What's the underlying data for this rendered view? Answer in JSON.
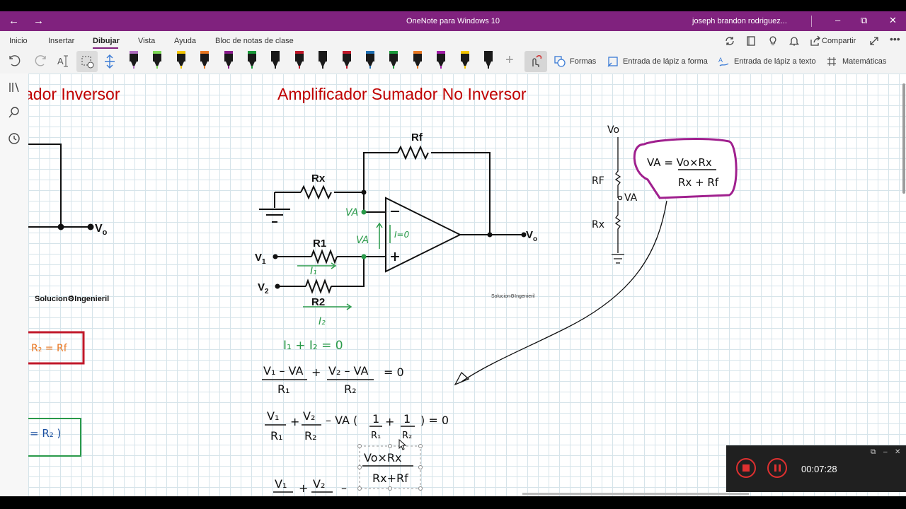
{
  "window": {
    "title": "OneNote para Windows 10",
    "user": "joseph brandon rodriguez...",
    "back_icon": "arrow-left-icon",
    "forward_icon": "arrow-right-icon",
    "minimize": "–",
    "restore": "⧉",
    "close": "✕"
  },
  "menu": {
    "tabs": [
      "Inicio",
      "Insertar",
      "Dibujar",
      "Vista",
      "Ayuda",
      "Bloc de notas de clase"
    ],
    "active": "Dibujar",
    "share_label": "Compartir"
  },
  "toolbar": {
    "pen_colors": [
      "#1a1a1a",
      "#2ba02b",
      "#f2c500",
      "#e87722",
      "#8a1c8c",
      "#1a9a3a",
      "#1a1a1a",
      "#c0182a",
      "#1a1a1a",
      "#c0182a",
      "#1f6fb3",
      "#1a9a3a",
      "#e87722",
      "#a21ea8",
      "#f2c500",
      "#1a1a1a"
    ],
    "highlighter_colors": [
      "#b06ec0",
      "#7ed957"
    ],
    "formas_label": "Formas",
    "ink_to_shape_label": "Entrada de lápiz a forma",
    "ink_to_text_label": "Entrada de lápiz a texto",
    "math_label": "Matemáticas"
  },
  "page": {
    "heading_left": "ador Inversor",
    "heading_main": "Amplificador Sumador No Inversor",
    "brand_left": "Solucion⚙Ingenieril",
    "brand_center": "Solucion⚙Ingenieril",
    "circuit": {
      "rf": "Rf",
      "rx": "Rx",
      "r1": "R1",
      "r2": "R2",
      "v1": "V",
      "v1_sub": "1",
      "v2": "V",
      "v2_sub": "2",
      "vo": "V",
      "vo_sub": "o"
    },
    "ink": {
      "va": "VA",
      "va2": "VA",
      "i0": "I=0",
      "i1": "I₁",
      "i2": "I₂",
      "vo_side": "Vo",
      "rf_side": "RF",
      "va_side": "VA",
      "rx_side": "Rx",
      "box_top": "VA = Vo×Rx",
      "box_bottom": "Rx + Rf",
      "left_box_red": "R₂ = Rf",
      "left_box_green": "= R₂ )",
      "eq1": "I₁  +  I₂  =  0",
      "eq2_n1": "V₁ – VA",
      "eq2_d1": "R₁",
      "eq2_n2": "V₂ – VA",
      "eq2_d2": "R₂",
      "eq2_rhs": "= 0",
      "eq3_n1": "V₁",
      "eq3_d1": "R₁",
      "eq3_n2": "V₂",
      "eq3_d2": "R₂",
      "eq3_mid": "– VA (",
      "eq3_n3": "1",
      "eq3_d3": "R₁",
      "eq3_n4": "1",
      "eq3_d4": "R₂",
      "eq3_rhs": ") = 0",
      "sel_top": "Vo×Rx",
      "sel_bottom": "Rx+Rf",
      "eq4_n1": "V₁",
      "eq4_n2": "V₂"
    }
  },
  "recorder": {
    "time": "00:07:28"
  }
}
